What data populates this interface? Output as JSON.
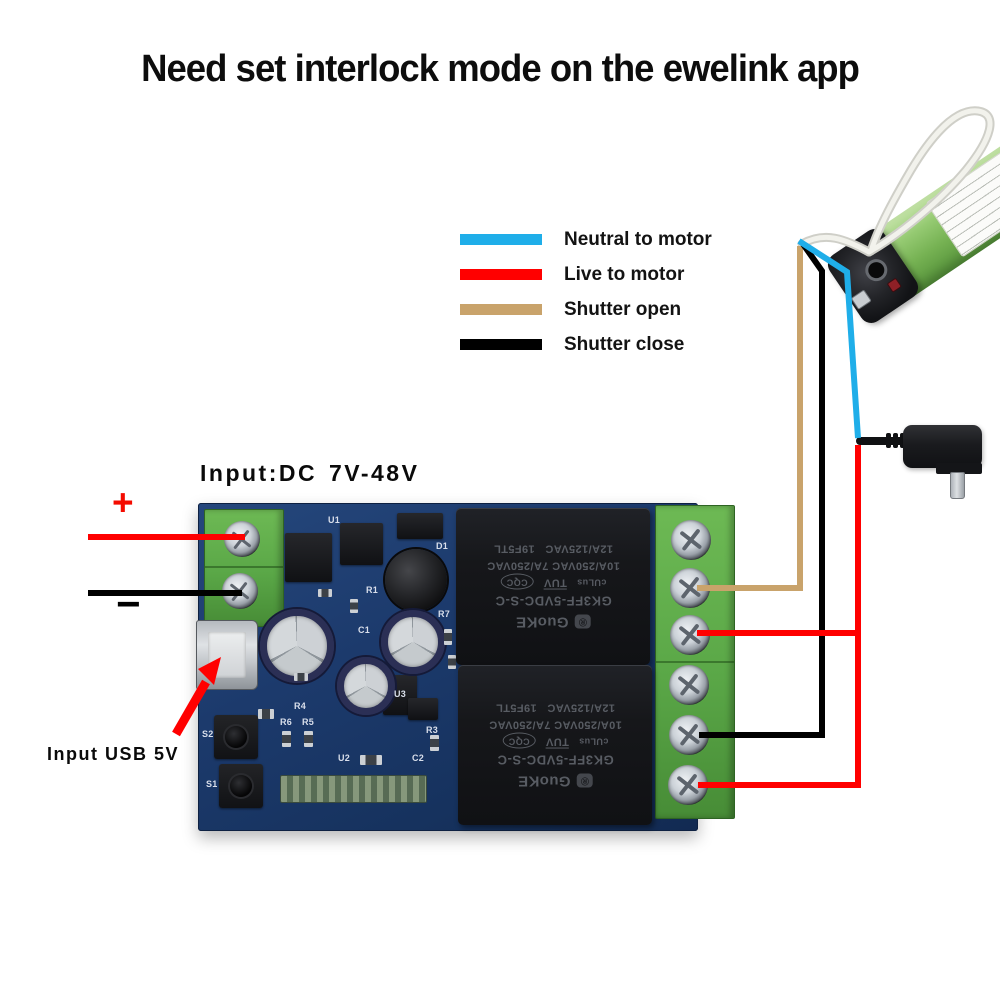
{
  "title": "Need set interlock mode on the ewelink app",
  "legend": {
    "items": [
      {
        "label": "Neutral to motor",
        "color": "#1FAEE9"
      },
      {
        "label": "Live to motor",
        "color": "#FF0000"
      },
      {
        "label": "Shutter open",
        "color": "#C9A36B"
      },
      {
        "label": "Shutter close",
        "color": "#000000"
      }
    ]
  },
  "annotations": {
    "input_dc_label": "Input:DC 7V-48V",
    "plus_label": "+",
    "minus_label": "−",
    "input_usb_label": "Input USB 5V"
  },
  "board": {
    "relay": {
      "brand": "GuoKE",
      "registered_mark": "®",
      "model": "GK3FF-5VDC-S-C",
      "cert_ul": "cULus",
      "cert_tuv": "TUV",
      "cert_cqc": "CQC",
      "rating_line1": "10A/250VAC 7A/250VAC",
      "rating_line2": "12A/125VAC",
      "batch_code": "19F5TL"
    },
    "silkscreen": {
      "u1": "U1",
      "d1": "D1",
      "r1": "R1",
      "c1": "C1",
      "r7": "R7",
      "u3": "U3",
      "r4": "R4",
      "r6": "R6",
      "r5": "R5",
      "u2": "U2",
      "c2": "C2",
      "r3": "R3",
      "s2": "S2",
      "s1": "S1"
    }
  },
  "wire_colors": {
    "neutral": "#1FAEE9",
    "live": "#FF0000",
    "shutter_open": "#C9A36B",
    "shutter_close": "#000000"
  }
}
